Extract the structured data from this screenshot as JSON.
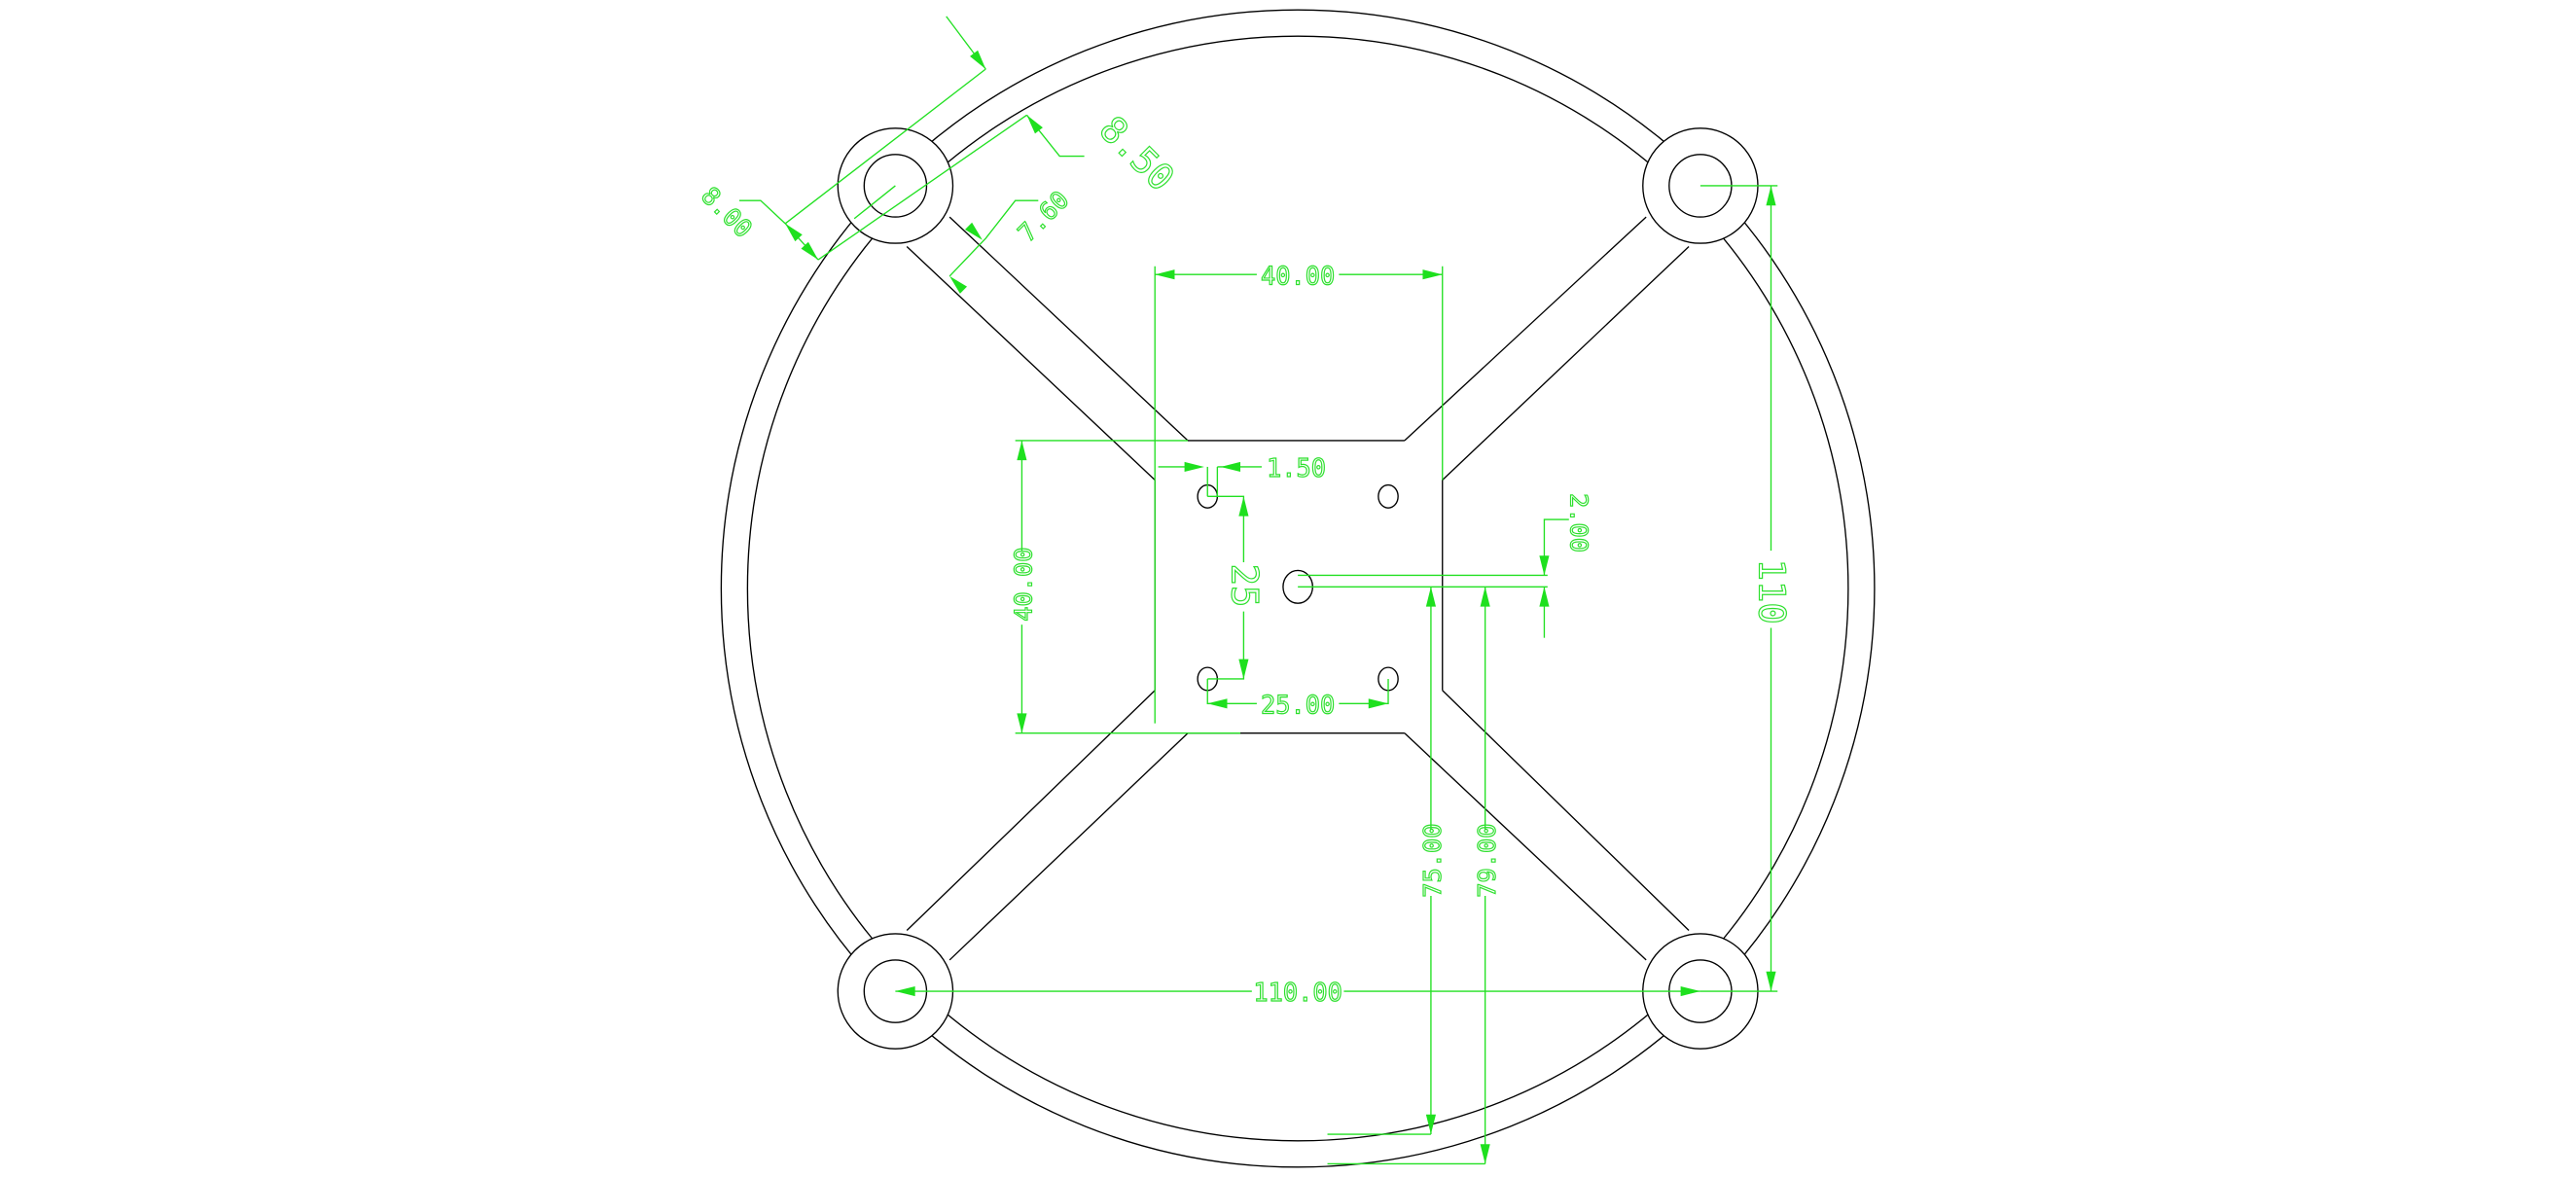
{
  "drawing": {
    "type": "CAD 2D frame plate drawing",
    "line_color": "#000000",
    "dimension_color": "#22e022",
    "dimensions": {
      "rim_width": "8.00",
      "rim_outer": "8.50",
      "arm_width": "7.60",
      "plate_width_top": "40.00",
      "hole_offset": "1.50",
      "center_offset": "2.00",
      "hole_spacing_vertical": "25",
      "plate_height_left": "40.00",
      "hole_spacing_horizontal": "25.00",
      "mount_spacing_vertical": "110",
      "mount_spacing_horizontal": "110.00",
      "inner_radius": "75.00",
      "outer_radius": "79.00"
    }
  }
}
